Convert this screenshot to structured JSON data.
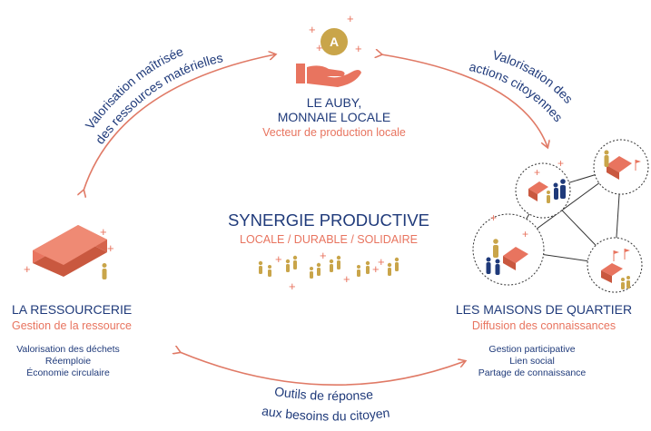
{
  "colors": {
    "navy": "#1f3a7a",
    "salmon": "#e8745f",
    "gold": "#c9a54a",
    "arrow": "#e07a66"
  },
  "center": {
    "title": "SYNERGIE PRODUCTIVE",
    "subtitle": "LOCALE / DURABLE / SOLIDAIRE"
  },
  "auby": {
    "coin_letter": "A",
    "title_line1": "LE AUBY,",
    "title_line2": "MONNAIE LOCALE",
    "subtitle": "Vecteur de production locale"
  },
  "ressourcerie": {
    "title": "LA RESSOURCERIE",
    "subtitle": "Gestion de la ressource",
    "items": [
      "Valorisation des déchets",
      "Réemploie",
      "Économie circulaire"
    ]
  },
  "maisons": {
    "title": "LES MAISONS DE QUARTIER",
    "subtitle": "Diffusion des connaissances",
    "items": [
      "Gestion participative",
      "Lien social",
      "Partage de connaissance"
    ]
  },
  "arrows": {
    "top_left_line1": "Valorisation maîtrisée",
    "top_left_line2": "des ressources matérielles",
    "top_right_line1": "Valorisation des",
    "top_right_line2": "actions citoyennes",
    "bottom_line1": "Outils de réponse",
    "bottom_line2": "aux besoins du citoyen"
  }
}
